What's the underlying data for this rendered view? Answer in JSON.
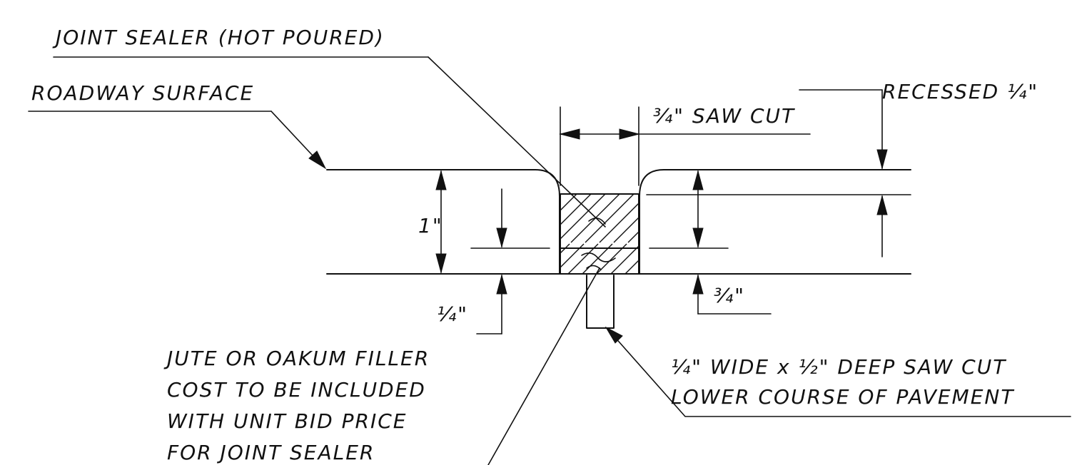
{
  "labels": {
    "joint_sealer": "JOINT SEALER (HOT POURED)",
    "roadway_surface": "ROADWAY SURFACE",
    "recessed": "RECESSED ¼\"",
    "saw_cut_top": "¾\" SAW CUT",
    "dim_one_inch": "1\"",
    "dim_quarter_left": "¼\"",
    "dim_three_quarter_right": "¾\"",
    "filler_line1": "JUTE OR OAKUM FILLER",
    "filler_line2": "COST TO BE INCLUDED",
    "filler_line3": "WITH UNIT BID PRICE",
    "filler_line4": "FOR JOINT SEALER",
    "lower_cut_line1": "¼\" WIDE x ½\" DEEP SAW CUT",
    "lower_cut_line2": "LOWER COURSE OF PAVEMENT"
  },
  "colors": {
    "ink": "#111111",
    "paper": "#ffffff"
  }
}
